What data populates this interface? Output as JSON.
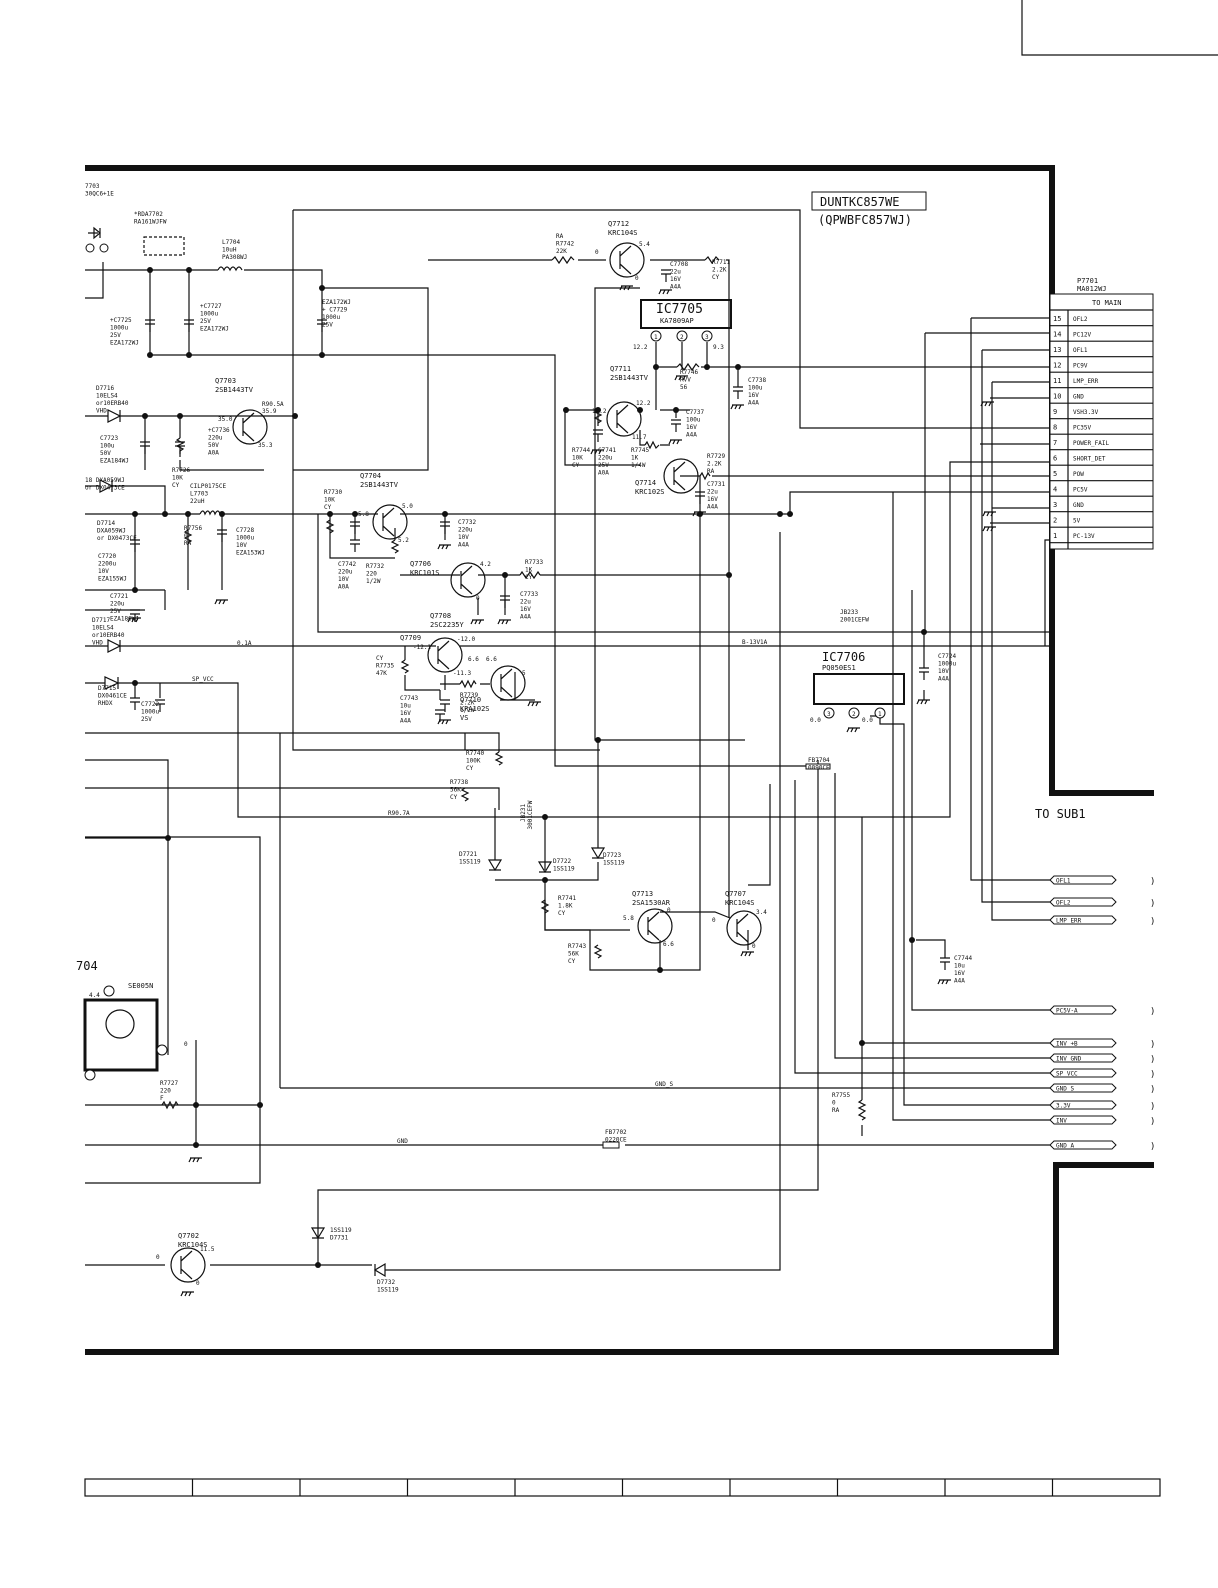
{
  "unit": {
    "code": "DUNTKC857WE",
    "part": "(QPWBFC857WJ)"
  },
  "connector_main": {
    "ref": "P7701",
    "part": "MA012WJ",
    "heading": "TO MAIN",
    "pins": [
      {
        "num": "15",
        "name": "OFL2"
      },
      {
        "num": "14",
        "name": "PC12V"
      },
      {
        "num": "13",
        "name": "OFL1"
      },
      {
        "num": "12",
        "name": "PC9V"
      },
      {
        "num": "11",
        "name": "LMP_ERR"
      },
      {
        "num": "10",
        "name": "GND"
      },
      {
        "num": "9",
        "name": "VSH3.3V"
      },
      {
        "num": "8",
        "name": "PC35V"
      },
      {
        "num": "7",
        "name": "POWER_FAIL"
      },
      {
        "num": "6",
        "name": "SHORT_DET"
      },
      {
        "num": "5",
        "name": "POW"
      },
      {
        "num": "4",
        "name": "PC5V"
      },
      {
        "num": "3",
        "name": "GND"
      },
      {
        "num": "2",
        "name": "5V"
      },
      {
        "num": "1",
        "name": "PC-13V"
      }
    ]
  },
  "sub1": {
    "heading": "TO SUB1",
    "signals": [
      "OFL1",
      "OFL2",
      "LMP_ERR",
      "PC5V-A",
      "INV_+B",
      "INV_GND",
      "SP_VCC",
      "GND_S",
      "3.3V",
      "INV",
      "GND_A"
    ]
  },
  "ics": {
    "ic7705": {
      "ref": "IC7705",
      "part": "KA7809AP",
      "pins": [
        "1",
        "2",
        "3"
      ],
      "v_in": "12.2",
      "v_out": "9.3"
    },
    "ic7706": {
      "ref": "IC7706",
      "part": "PQ050ES1",
      "pins": [
        "3",
        "2",
        "1"
      ],
      "v3": "0.0",
      "v1": "0.0"
    }
  },
  "transistors": [
    {
      "ref": "Q7712",
      "part": "KRC104S",
      "v_b": "0",
      "v_c": "5.4",
      "v_e": "0"
    },
    {
      "ref": "Q7711",
      "part": "2SB1443TV",
      "v_b": "12.2",
      "v_c": "12.2",
      "v_e": "11.7"
    },
    {
      "ref": "Q7703",
      "part": "2SB1443TV",
      "v_b": "35.0",
      "v_c": "35.9",
      "v_e": "35.3",
      "note": "R90.5A"
    },
    {
      "ref": "Q7704",
      "part": "2SB1443TV",
      "v_b": "5.8",
      "v_c": "5.0",
      "v_e": "5.2"
    },
    {
      "ref": "Q7714",
      "part": "KRC102S"
    },
    {
      "ref": "Q7706",
      "part": "KRC101S",
      "v_c": "4.2",
      "v_e": "0"
    },
    {
      "ref": "Q7708",
      "part": "2SC2235Y"
    },
    {
      "ref": "Q7709",
      "v_b": "-12.1",
      "v_c": "-12.0",
      "v_e": "-11.3"
    },
    {
      "ref": "Q7710",
      "part": "KRA102S",
      "suffix": "VS",
      "v1": "6.6",
      "v2": "6.6",
      "v3": "5"
    },
    {
      "ref": "Q7713",
      "part": "2SA1530AR",
      "v_b": "5.8",
      "v_c": "0",
      "v_e": "6.6"
    },
    {
      "ref": "Q7707",
      "part": "KRC104S",
      "v_b": "0",
      "v_c": "3.4",
      "v_e": "0"
    },
    {
      "ref": "Q7702",
      "part": "KRC104S",
      "v_b": "0",
      "v_c": "11.5",
      "v_e": "0"
    }
  ],
  "parts": {
    "d7703": [
      "7703",
      "30QC6+1E"
    ],
    "rda7702": [
      "*RDA7702",
      "RA161WJFW"
    ],
    "l7704": [
      "L7704",
      "10uH",
      "PA308WJ"
    ],
    "c7725": [
      "+C7725",
      "1000u",
      "25V",
      "EZA172WJ"
    ],
    "c7727": [
      "+C7727",
      "1000u",
      "25V",
      "EZA172WJ"
    ],
    "c7729": [
      "EZA172WJ",
      "+ C7729",
      "1000u",
      "25V"
    ],
    "r7742": [
      "RA",
      "R7742",
      "22K"
    ],
    "c7708": [
      "C7708",
      "22u",
      "16V",
      "A4A"
    ],
    "r7711": [
      "R7711",
      "2.2K",
      "CY"
    ],
    "d7716": [
      "D7716",
      "10ELS4",
      "or10ERB40",
      "VHD"
    ],
    "c7723": [
      "C7723",
      "100u",
      "50V",
      "EZA184WJ"
    ],
    "c7736": [
      "+C7736",
      "220u",
      "50V",
      "A0A"
    ],
    "r7726": [
      "R7726",
      "10K",
      "CY"
    ],
    "r7746": [
      "R7746",
      "RVV",
      "56"
    ],
    "c7738": [
      "C7738",
      "100u",
      "16V",
      "A4A"
    ],
    "c7737": [
      "C7737",
      "100u",
      "16V",
      "A4A"
    ],
    "r7744": [
      "R7744",
      "10K",
      "CY"
    ],
    "c7741": [
      "C7741",
      "220u",
      "25V",
      "A0A"
    ],
    "r7745": [
      "R7745",
      "1K",
      "1/4W"
    ],
    "r7729": [
      "R7729",
      "2.2K",
      "RA"
    ],
    "c7731": [
      "C7731",
      "22u",
      "16V",
      "A4A"
    ],
    "d7718": [
      "18 DXA059WJ",
      "or DX0473CE"
    ],
    "l7703": [
      "CILP0175CE",
      "L7703",
      "22uH"
    ],
    "d7714": [
      "D7714",
      "DXA059WJ",
      "or DX0473CE"
    ],
    "r7756": [
      "R7756",
      "0",
      "RA"
    ],
    "c7728": [
      "C7728",
      "1000u",
      "10V",
      "EZA153WJ"
    ],
    "r7730": [
      "R7730",
      "10K",
      "CY"
    ],
    "c7742": [
      "C7742",
      "220u",
      "10V",
      "A0A"
    ],
    "c7732": [
      "C7732",
      "220u",
      "10V",
      "A4A"
    ],
    "r7732": [
      "R7732",
      "220",
      "1/2W"
    ],
    "c7720": [
      "C7720",
      "2200u",
      "10V",
      "EZA155WJ"
    ],
    "r7733": [
      "R7733",
      "1K",
      "CY"
    ],
    "c7733": [
      "C7733",
      "22u",
      "16V",
      "A4A"
    ],
    "c7721": [
      "C7721",
      "220u",
      "25V",
      "EZA186WJ"
    ],
    "d7717": [
      "D7717",
      "10ELS4",
      "or10ERB40",
      "VHD"
    ],
    "jb233": [
      "JB233",
      "2001CEFW"
    ],
    "c7724": [
      "C7724",
      "1000u",
      "10V",
      "A4A"
    ],
    "r7735": [
      "CY",
      "R7735",
      "47K"
    ],
    "d7715": [
      "D7715",
      "DX0461CE",
      "RHDX"
    ],
    "c7722": [
      "C7722",
      "1000u",
      "25V"
    ],
    "c7743": [
      "C7743",
      "10u",
      "16V",
      "A4A"
    ],
    "r7739": [
      "R7739",
      "2.2K",
      "1/2W"
    ],
    "r7740": [
      "R7740",
      "100K",
      "CY"
    ],
    "r7738": [
      "R7738",
      "56K",
      "CY"
    ],
    "fb7704": [
      "FB7704",
      "0090CE"
    ],
    "d7721": [
      "D7721",
      "1SS119"
    ],
    "jb231": [
      "JB231",
      "3001CEFW"
    ],
    "d7722": [
      "D7722",
      "1SS119"
    ],
    "d7723": [
      "D7723",
      "1SS119"
    ],
    "r7741": [
      "R7741",
      "1.8K",
      "CY"
    ],
    "r7743": [
      "R7743",
      "56K",
      "CY"
    ],
    "c7744": [
      "C7744",
      "10u",
      "16V",
      "A4A"
    ],
    "ic7704": [
      "704",
      "SE005N",
      "4.4",
      "0"
    ],
    "r7727": [
      "R7727",
      "220",
      "F"
    ],
    "r7755": [
      "R7755",
      "0",
      "RA"
    ],
    "fb7702": [
      "FB7702",
      "0220CE"
    ],
    "d7731": [
      "1SS119",
      "D7731"
    ],
    "d7732": [
      "D7732",
      "1SS119"
    ]
  },
  "nets": {
    "i_01": "0.1A",
    "b13": "B-13V1A",
    "sp_vcc": "SP_VCC",
    "r907": "R90.7A",
    "gnd_s": "GND_S",
    "gnd": "GND"
  },
  "footer_cells": 10
}
